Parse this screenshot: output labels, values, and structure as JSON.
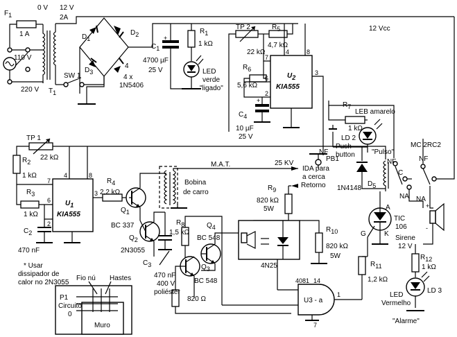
{
  "labels": {
    "f1": "F",
    "f1_sub": "1",
    "f1_val": "1 A",
    "v0": "0 V",
    "v12": "12 V",
    "a2": "2A",
    "v110": "110 V",
    "v220": "220 V",
    "t1": "T",
    "t1_sub": "1",
    "sw1": "SW 1",
    "d1": "D",
    "d1_sub": "1",
    "d2": "D",
    "d2_sub": "2",
    "d3": "D",
    "d3_sub": "3",
    "d4": "4",
    "diodes_qty": "4 x",
    "diodes_part": "1N5406",
    "c1": "C",
    "c1_sub": "1",
    "c1_val1": "4700 µF",
    "c1_val2": "25 V",
    "r1": "R",
    "r1_sub": "1",
    "r1_val": "1 kΩ",
    "led_green1": "LED",
    "led_green2": "verde",
    "led_green3": "\"ligado\"",
    "tp2": "TP 2",
    "tp2_val": "22 kΩ",
    "r5": "R",
    "r5_sub": "5",
    "r5_val": "4,7 kΩ",
    "r6": "R",
    "r6_sub": "6",
    "r6_val": "5,6 kΩ",
    "c4": "C",
    "c4_sub": "4",
    "c4_val1": "10 µF",
    "c4_val2": "25 V",
    "u2": "U",
    "u2_sub": "2",
    "u2_part": "KIA555",
    "pin4": "4",
    "pin8": "8",
    "pin7": "7",
    "pin6": "6",
    "pin2": "2",
    "pin3": "3",
    "vcc": "12 Vcc",
    "r7": "R",
    "r7_sub": "7",
    "r7_val": "1 kΩ",
    "leb": "LEB amarelo",
    "ld2": "LD 2",
    "push1": "Push-",
    "push2": "button",
    "pulso": "\"Pulso\"",
    "mc": "MC 2RC2",
    "nf": "NF",
    "na": "NA",
    "c_contact": "C",
    "pb1": "PB1",
    "tp1": "TP 1",
    "tp1_val": "22 kΩ",
    "r2": "R",
    "r2_sub": "2",
    "r2_val": "1 kΩ",
    "r3": "R",
    "r3_sub": "3",
    "r3_val": "1 kΩ",
    "c2": "C",
    "c2_sub": "2",
    "c2_val": "470 nF",
    "u1": "U",
    "u1_sub": "1",
    "u1_part": "KIA555",
    "note1": "* Usar",
    "note2": "dissipador de",
    "note3": "calor no 2N3055",
    "r4": "R",
    "r4_sub": "4",
    "r4_val": "2,2 kΩ",
    "q1": "Q",
    "q1_sub": "1",
    "q1_part": "BC 337",
    "q2": "Q",
    "q2_sub": "2",
    "q2_part": "2N3055",
    "c3": "C",
    "c3_sub": "3",
    "c3_val1": "470 nF",
    "c3_val2": "400 V",
    "c3_val3": "poliéster",
    "bobina1": "Bobina",
    "bobina2": "de carro",
    "mat": "M.A.T.",
    "kv": "25 KV",
    "ida1": "IDA para",
    "ida2": "a cerca",
    "retorno": "Retorno",
    "r9": "R",
    "r9_sub": "9",
    "r9_val1": "820 kΩ",
    "r9_val2": "5W",
    "r8": "R",
    "r8_sub": "8",
    "r8_val": "1,5 kΩ",
    "q4": "Q",
    "q4_sub": "4",
    "q4_part": "BC 548",
    "q3": "Q",
    "q3_sub": "3",
    "q3_part": "BC 548",
    "r820": "820 Ω",
    "r10": "R",
    "r10_sub": "10",
    "r10_val1": "820 kΩ",
    "r10_val2": "5W",
    "opto": "4N25",
    "d5_part": "1N4148",
    "d5": "D",
    "d5_sub": "5",
    "tic1": "TIC",
    "tic2": "106",
    "tic_a": "A",
    "tic_g": "G",
    "tic_k": "K",
    "siren1": "Sirene",
    "siren2": "12 V",
    "r11": "R",
    "r11_sub": "11",
    "r11_val": "1,2 kΩ",
    "r12": "R",
    "r12_sub": "12",
    "r12_val": "1 kΩ",
    "led_red1": "LED",
    "led_red2": "Vermelho",
    "led_red3": "\"Alarme\"",
    "ld3": "LD 3",
    "u3_pin1": "4081",
    "u3_pin14": "14",
    "u3": "U3 - a",
    "u3_pin7": "7",
    "u3_pin_out": "1",
    "fio": "Fio nú",
    "hastes": "Hastes",
    "p1": "P1",
    "circuito": "Circuito",
    "zero": "0",
    "muro": "Muro",
    "plus": "+",
    "minus": "-"
  }
}
